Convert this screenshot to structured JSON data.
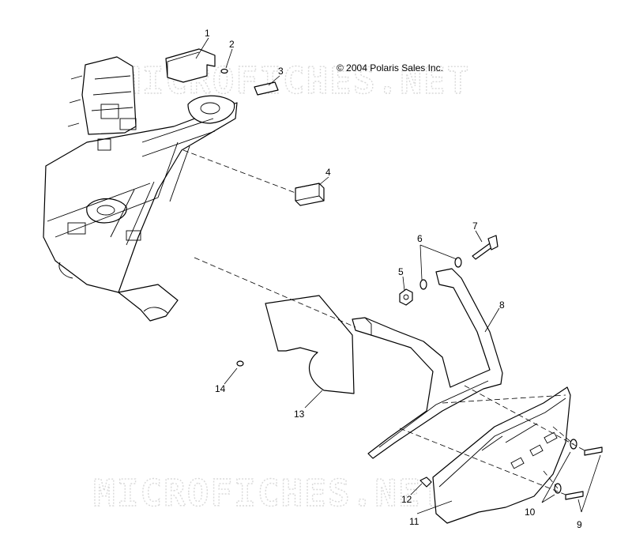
{
  "diagram": {
    "copyright": "© 2004 Polaris Sales Inc.",
    "watermarks": [
      "MICROFICHES.NET",
      "MICROFICHES.NET"
    ],
    "callouts": [
      "1",
      "2",
      "3",
      "4",
      "5",
      "6",
      "7",
      "8",
      "9",
      "10",
      "11",
      "12",
      "13",
      "14"
    ]
  }
}
